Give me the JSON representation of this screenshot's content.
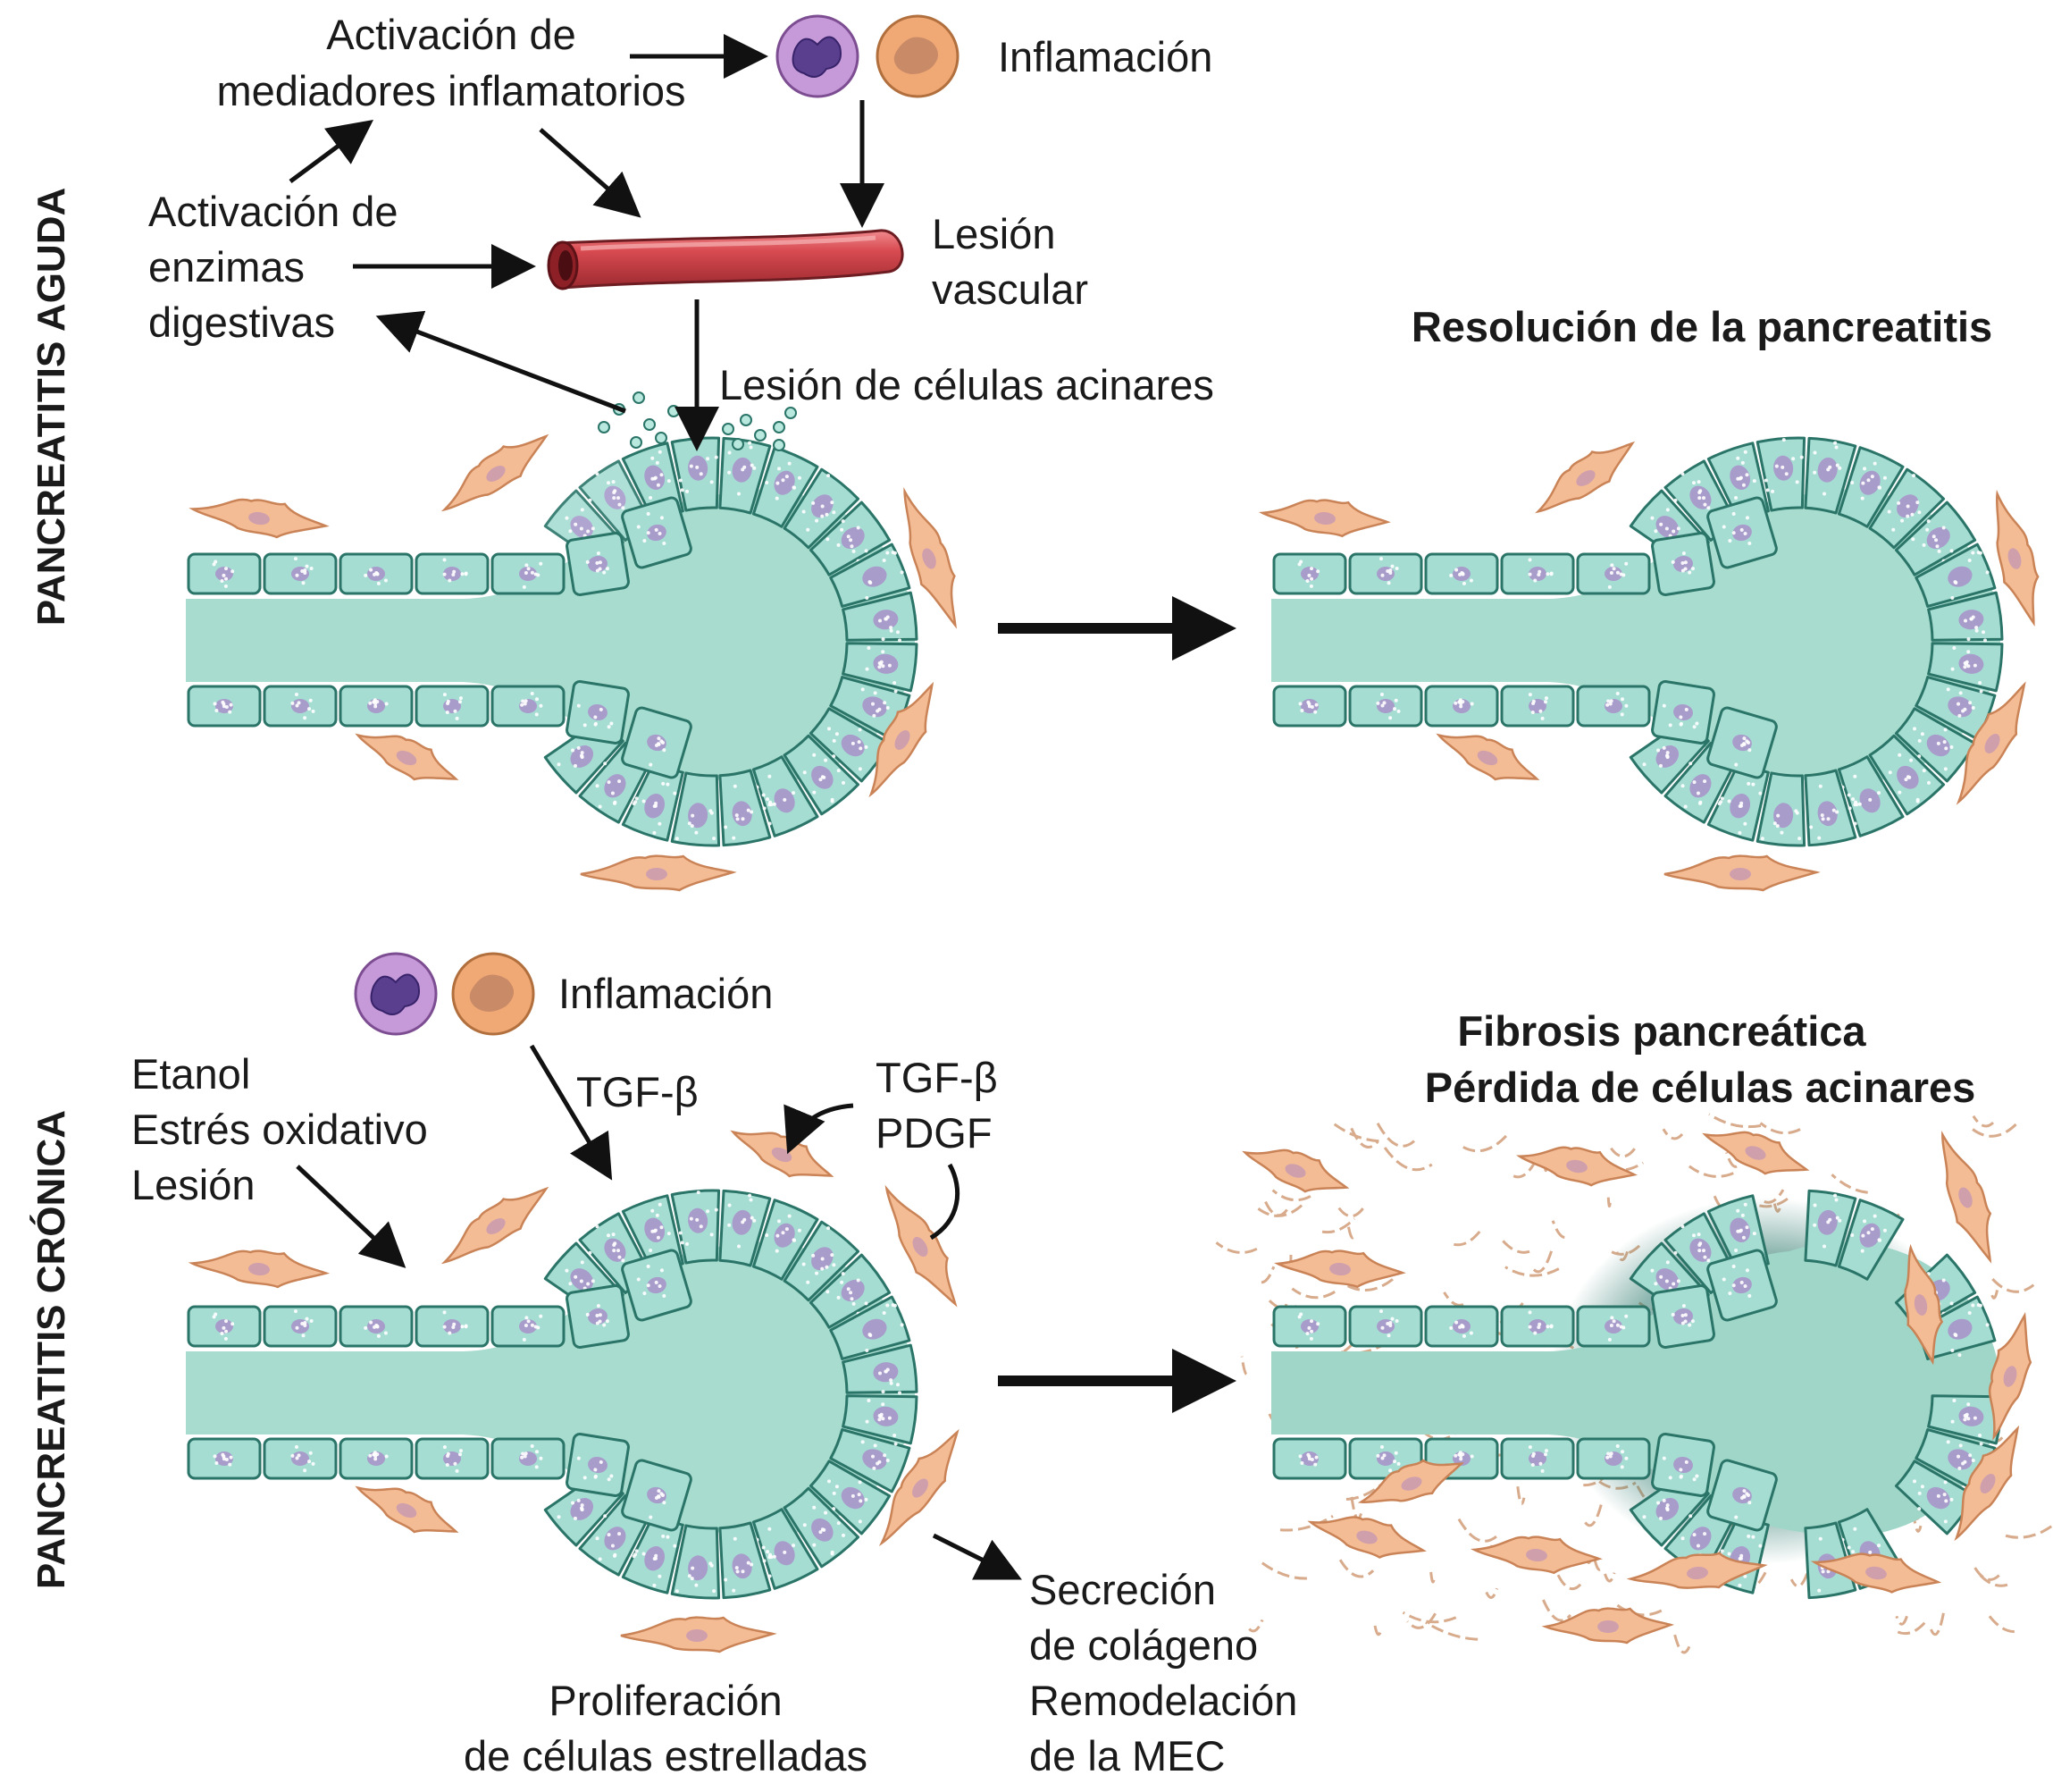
{
  "acute": {
    "side_label": "PANCREATITIS AGUDA",
    "mediators_line1": "Activación de",
    "mediators_line2": "mediadores inflamatorios",
    "inflammation": "Inflamación",
    "enzymes_line1": "Activación de",
    "enzymes_line2": "enzimas",
    "enzymes_line3": "digestivas",
    "vascular_line1": "Lesión",
    "vascular_line2": "vascular",
    "acinar_injury": "Lesión de células acinares",
    "resolution": "Resolución de la pancreatitis"
  },
  "chronic": {
    "side_label": "PANCREATITIS CRÓNICA",
    "inflammation": "Inflamación",
    "causes_line1": "Etanol",
    "causes_line2": "Estrés oxidativo",
    "causes_line3": "Lesión",
    "tgf_beta": "TGF-β",
    "tgf_beta_2": "TGF-β",
    "pdgf": "PDGF",
    "fibrosis_line1": "Fibrosis pancreática",
    "fibrosis_line2": "Pérdida de células acinares",
    "secretion_line1": "Secreción",
    "secretion_line2": "de colágeno",
    "secretion_line3": "Remodelación",
    "secretion_line4": "de la MEC",
    "proliferation_line1": "Proliferación",
    "proliferation_line2": "de células estrelladas"
  },
  "colors": {
    "cell_fill": "#a6ddd3",
    "cell_stroke": "#2a7468",
    "lumen": "#a8dccf",
    "nucleus": "#a89ccb",
    "stellate": "#f4bc95",
    "stellate_stroke": "#c98356",
    "collagen": "#d7ab8c",
    "vessel": "#d64a4f",
    "neutrophil": "#c79bd6",
    "macrophage": "#efa774",
    "arrow": "#111111"
  }
}
